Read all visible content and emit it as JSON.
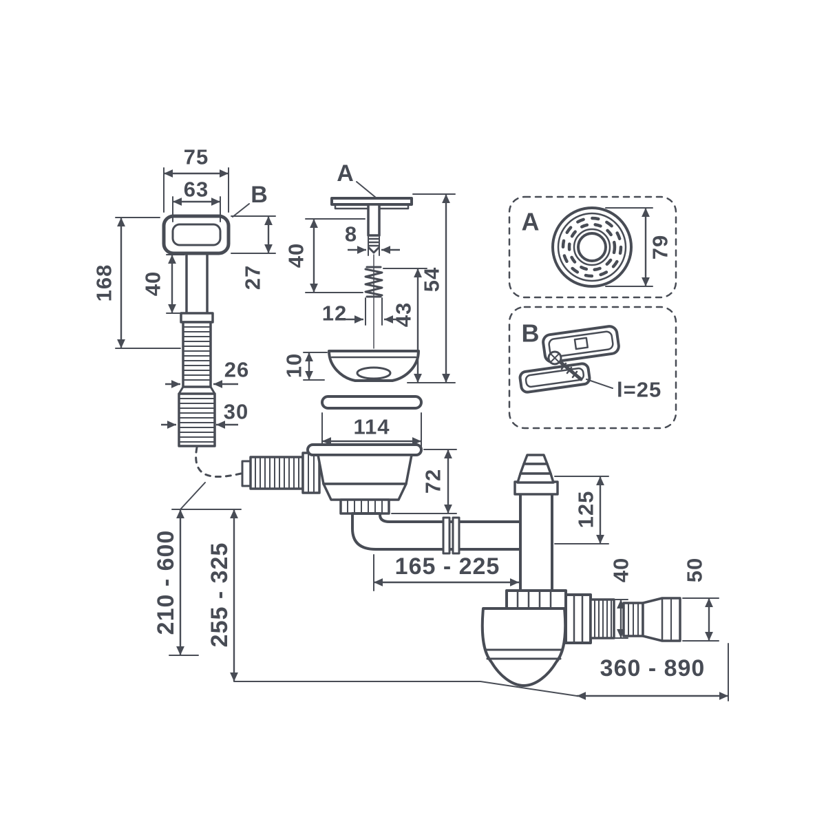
{
  "meta": {
    "title": "Sink drain and siphon dimensional drawing"
  },
  "colors": {
    "ink": "#484c55",
    "background": "#ffffff"
  },
  "overflow": {
    "w75": "75",
    "w63": "63",
    "label_b": "B",
    "h168": "168",
    "h40": "40",
    "h27": "27",
    "d26": "26",
    "d30": "30"
  },
  "drain": {
    "label_a": "A",
    "h40": "40",
    "w8": "8",
    "h54": "54",
    "h43": "43",
    "w12": "12",
    "h10": "10",
    "w114": "114"
  },
  "detail_a": {
    "label": "A",
    "d79": "79"
  },
  "detail_b": {
    "label": "B",
    "length": "l=25"
  },
  "siphon": {
    "h72": "72",
    "h125": "125",
    "w165_225": "165 - 225",
    "h210_600": "210 - 600",
    "h255_325": "255 - 325",
    "d40": "40",
    "d50": "50",
    "w360_890": "360 - 890"
  }
}
